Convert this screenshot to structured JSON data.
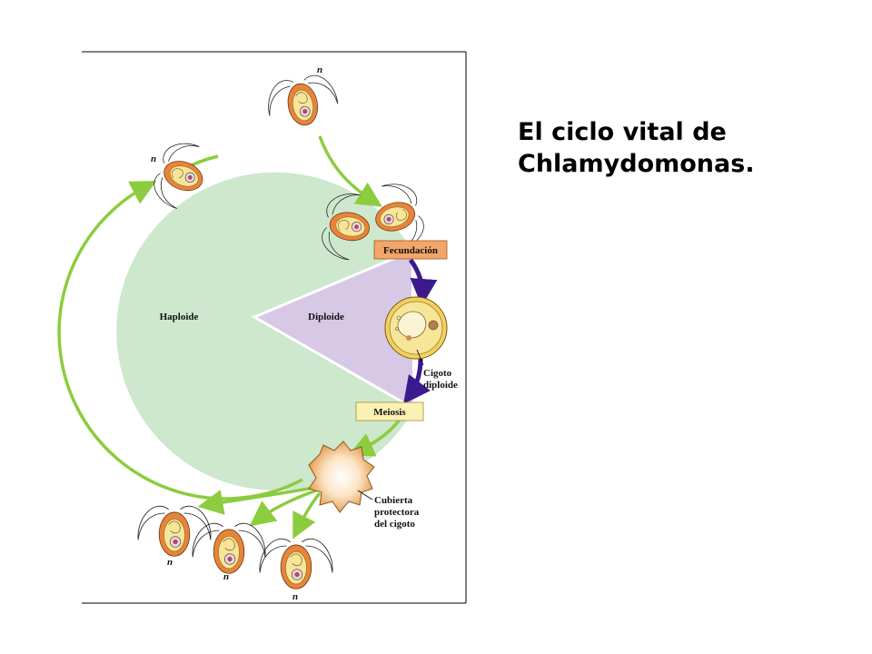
{
  "slide": {
    "title_line1": "El ciclo vital de",
    "title_line2": "Chlamydomonas."
  },
  "diagram": {
    "regions": {
      "haploid": "Haploide",
      "diploid": "Diploide"
    },
    "stages": {
      "fertilization": "Fecundación",
      "meiosis": "Meiosis"
    },
    "callouts": {
      "zygote_line1": "Cigoto",
      "zygote_line2": "diploide",
      "coat_line1": "Cubierta",
      "coat_line2": "protectora",
      "coat_line3": "del cigoto"
    },
    "ploidy_label": "n",
    "colors": {
      "haploid_fill": "#cde8cd",
      "diploid_fill": "#d7c8e6",
      "haploid_arrow": "#8ccc3e",
      "diploid_arrow": "#3a1a8c",
      "fertilization_box": "#f4a56a",
      "meiosis_box": "#fbf1b4",
      "cell_orange": "#e8843a",
      "cell_yellow": "#f7e59a",
      "nucleus": "#b04a6a"
    }
  }
}
